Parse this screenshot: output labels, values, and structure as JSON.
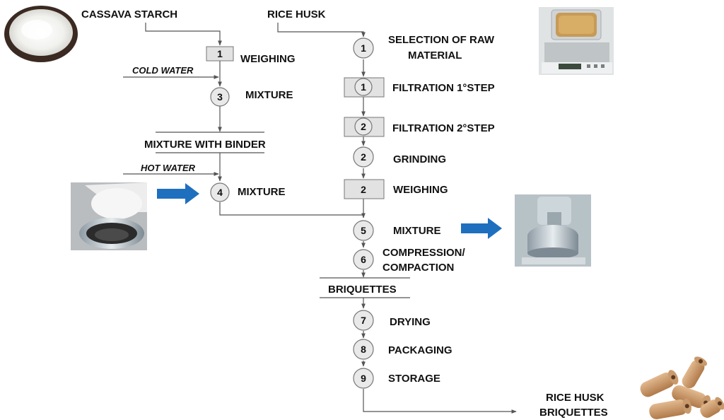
{
  "diagram": {
    "inputs": {
      "cassava_starch": "CASSAVA STARCH",
      "rice_husk": "RICE HUSK",
      "cold_water": "COLD WATER",
      "hot_water": "HOT WATER"
    },
    "left_branch": {
      "weighing": {
        "num": "1",
        "label": "WEIGHING"
      },
      "mixture_3": {
        "num": "3",
        "label": "MIXTURE"
      },
      "mixture_with_binder": "MIXTURE WITH BINDER",
      "mixture_4": {
        "num": "4",
        "label": "MIXTURE"
      }
    },
    "right_branch": {
      "selection": {
        "num": "1",
        "label_line1": "SELECTION OF RAW",
        "label_line2": "MATERIAL"
      },
      "filtration_1": {
        "num": "1",
        "label": "FILTRATION 1°STEP"
      },
      "filtration_2": {
        "num": "2",
        "label": "FILTRATION 2°STEP"
      },
      "grinding": {
        "num": "2",
        "label": "GRINDING"
      },
      "weighing": {
        "num": "2",
        "label": "WEIGHING"
      }
    },
    "merged": {
      "mixture_5": {
        "num": "5",
        "label": "MIXTURE"
      },
      "compression": {
        "num": "6",
        "label_line1": "COMPRESSION/",
        "label_line2": "COMPACTION"
      },
      "briquettes": "BRIQUETTES",
      "drying": {
        "num": "7",
        "label": "DRYING"
      },
      "packaging": {
        "num": "8",
        "label": "PACKAGING"
      },
      "storage": {
        "num": "9",
        "label": "STORAGE"
      }
    },
    "output": {
      "line1": "RICE HUSK",
      "line2": "BRIQUETTES"
    },
    "colors": {
      "accent_arrow": "#1f6fbf",
      "line": "#555555",
      "box_fill": "#e2e2e2",
      "circle_fill": "#e9e9e9"
    },
    "photos": [
      "cassava-starch-photo",
      "rice-husk-on-scale-photo",
      "binder-pouring-photo",
      "mixer-photo",
      "briquettes-photo"
    ]
  }
}
